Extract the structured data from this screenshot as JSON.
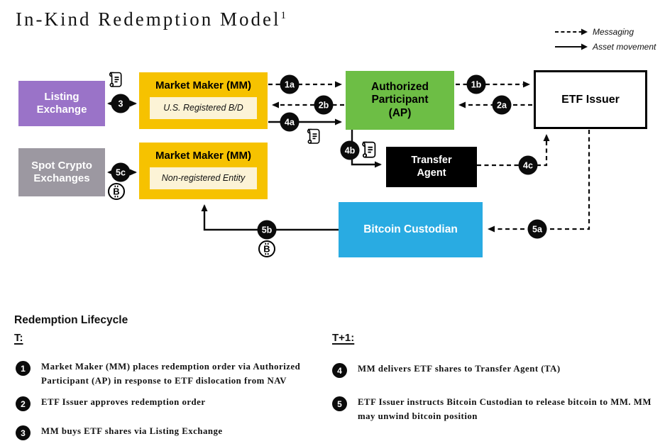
{
  "title": {
    "text": "In-Kind Redemption Model",
    "superscript": "1"
  },
  "legend": {
    "messaging": "Messaging",
    "asset_movement": "Asset movement"
  },
  "colors": {
    "purple": "#9A73C8",
    "yellow": "#F6C200",
    "cream": "#FCF3D6",
    "green": "#6DBE45",
    "gray": "#9C98A1",
    "blue": "#29ABE2",
    "ink": "#0B0B0B"
  },
  "diagram": {
    "boxes": {
      "listing_exchange": {
        "line1": "Listing",
        "line2": "Exchange"
      },
      "market_maker_registered": {
        "title": "Market Maker (MM)",
        "subtype": "U.S. Registered B/D"
      },
      "market_maker_nonregistered": {
        "title": "Market Maker (MM)",
        "subtype": "Non-registered Entity"
      },
      "authorized_participant": {
        "line1": "Authorized",
        "line2": "Participant",
        "line3": "(AP)"
      },
      "etf_issuer": {
        "label": "ETF Issuer"
      },
      "transfer_agent": {
        "line1": "Transfer",
        "line2": "Agent"
      },
      "spot_crypto_exchanges": {
        "line1": "Spot Crypto",
        "line2": "Exchanges"
      },
      "bitcoin_custodian": {
        "label": "Bitcoin Custodian"
      }
    },
    "badges": {
      "1a": "1a",
      "1b": "1b",
      "2a": "2a",
      "2b": "2b",
      "3": "3",
      "4a": "4a",
      "4b": "4b",
      "4c": "4c",
      "5a": "5a",
      "5b": "5b",
      "5c": "5c"
    }
  },
  "lifecycle": {
    "heading": "Redemption Lifecycle",
    "t_label": "T:",
    "t1_label": "T+1:",
    "steps_t": [
      {
        "num": "1",
        "text": "Market Maker (MM) places redemption order via Authorized Participant (AP) in response to ETF dislocation from NAV"
      },
      {
        "num": "2",
        "text": "ETF Issuer approves redemption order"
      },
      {
        "num": "3",
        "text": "MM buys ETF shares via Listing Exchange"
      }
    ],
    "steps_t1": [
      {
        "num": "4",
        "text": "MM delivers ETF shares to Transfer Agent (TA)"
      },
      {
        "num": "5",
        "text": "ETF Issuer instructs Bitcoin Custodian to release bitcoin to MM. MM may unwind bitcoin position"
      }
    ]
  }
}
